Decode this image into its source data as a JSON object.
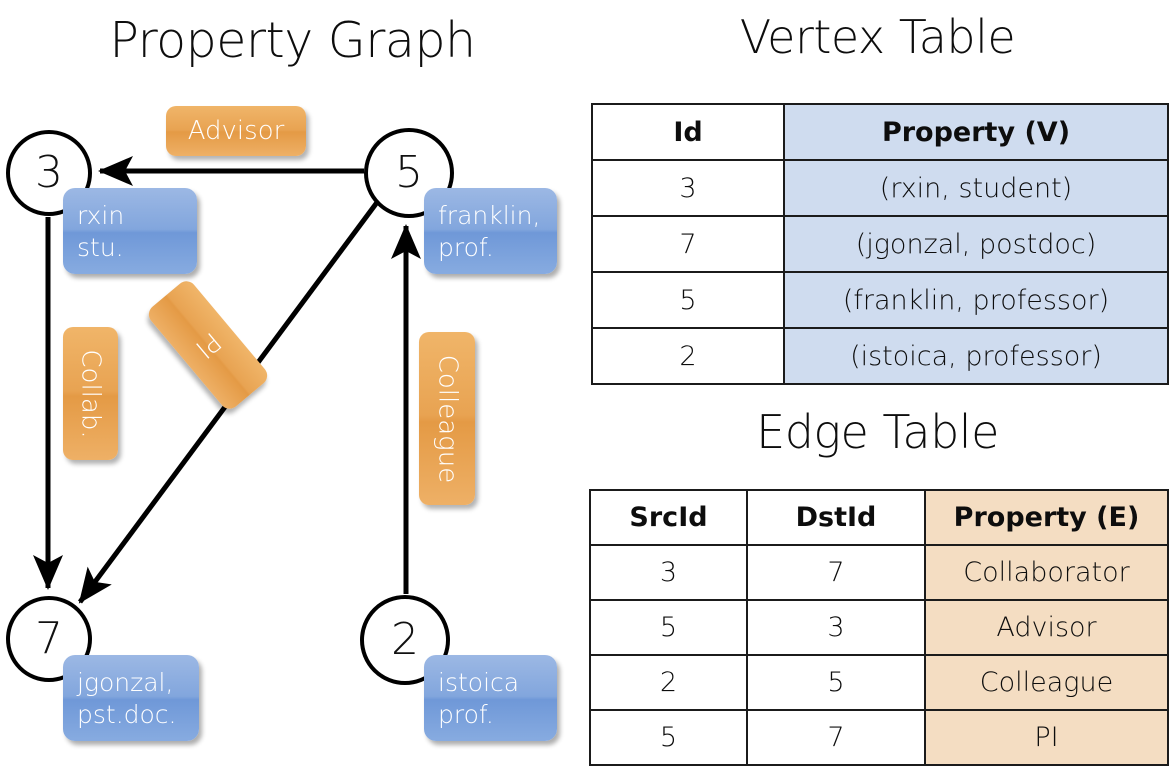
{
  "titles": {
    "property_graph": "Property Graph",
    "vertex_table": "Vertex Table",
    "edge_table": "Edge Table"
  },
  "colors": {
    "vertex_property_fill": "#cfdcef",
    "edge_property_fill": "#f4ddc2",
    "vertex_callout": "#82a6dd",
    "edge_callout": "#e8a352",
    "stroke": "#000000",
    "background": "#ffffff"
  },
  "graph": {
    "nodes": [
      {
        "id": "3",
        "property_line1": "rxin",
        "property_line2": "stu."
      },
      {
        "id": "5",
        "property_line1": "franklin,",
        "property_line2": "prof."
      },
      {
        "id": "7",
        "property_line1": "jgonzal,",
        "property_line2": "pst.doc."
      },
      {
        "id": "2",
        "property_line1": "istoica",
        "property_line2": "prof."
      }
    ],
    "node_properties": {
      "rxin": "rxin\nstu.",
      "franklin": "franklin,\nprof.",
      "jgonzal": "jgonzal,\npst.doc.",
      "istoica": "istoica\nprof."
    },
    "edge_labels": {
      "advisor": "Advisor",
      "collab": "Collab.",
      "pi": "PI",
      "colleague": "Colleague"
    },
    "edges": [
      {
        "src": "5",
        "dst": "3",
        "label": "Advisor"
      },
      {
        "src": "3",
        "dst": "7",
        "label": "Collab."
      },
      {
        "src": "5",
        "dst": "7",
        "label": "PI"
      },
      {
        "src": "2",
        "dst": "5",
        "label": "Colleague"
      }
    ]
  },
  "vertex_table": {
    "headers": [
      "Id",
      "Property (V)"
    ],
    "rows": [
      {
        "id": "3",
        "property": "(rxin, student)"
      },
      {
        "id": "7",
        "property": "(jgonzal, postdoc)"
      },
      {
        "id": "5",
        "property": "(franklin, professor)"
      },
      {
        "id": "2",
        "property": "(istoica, professor)"
      }
    ]
  },
  "edge_table": {
    "headers": [
      "SrcId",
      "DstId",
      "Property (E)"
    ],
    "rows": [
      {
        "src": "3",
        "dst": "7",
        "property": "Collaborator"
      },
      {
        "src": "5",
        "dst": "3",
        "property": "Advisor"
      },
      {
        "src": "2",
        "dst": "5",
        "property": "Colleague"
      },
      {
        "src": "5",
        "dst": "7",
        "property": "PI"
      }
    ]
  }
}
